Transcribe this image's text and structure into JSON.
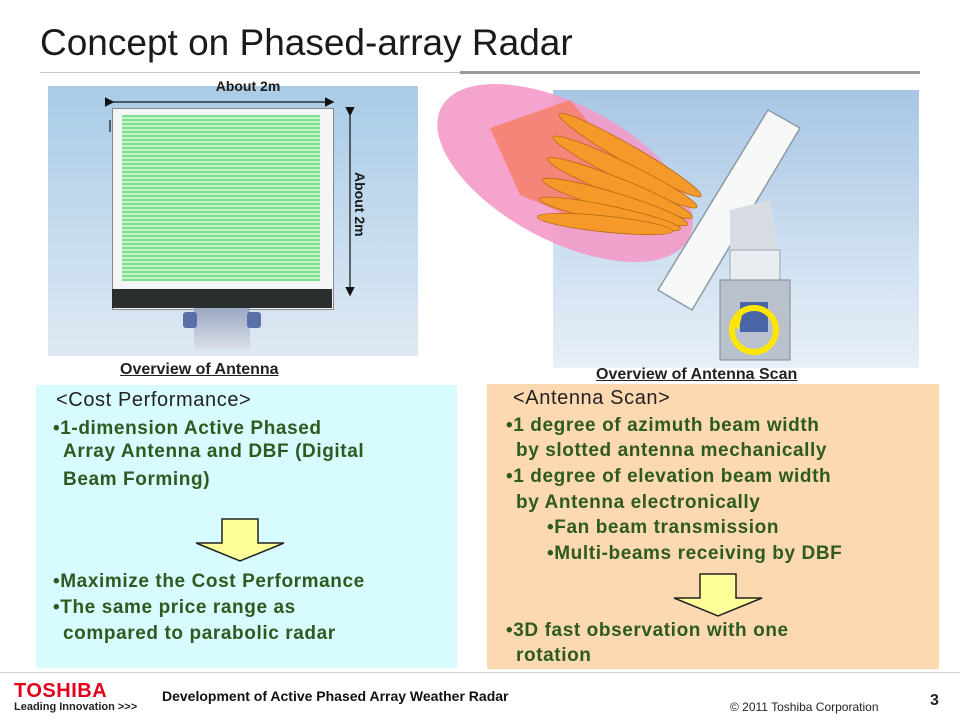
{
  "slide": {
    "title": "Concept on Phased-array Radar"
  },
  "left_figure": {
    "width_label": "About 2m",
    "height_label": "About 2m",
    "caption": "Overview of Antenna"
  },
  "right_figure": {
    "caption": "Overview of Antenna Scan"
  },
  "left_box": {
    "heading": "<Cost Performance>",
    "items_before_arrow": [
      "•1-dimension Active Phased",
      "Array Antenna and DBF (Digital",
      "Beam Forming)"
    ],
    "items_after_arrow": [
      "•Maximize the Cost Performance",
      "•The same price range as",
      "compared to parabolic radar"
    ]
  },
  "right_box": {
    "heading": "<Antenna Scan>",
    "items_before_arrow": [
      "•1 degree of azimuth beam width",
      "by slotted antenna mechanically",
      "•1 degree of elevation beam width",
      "by Antenna electronically",
      "•Fan beam transmission",
      "•Multi-beams receiving by DBF"
    ],
    "items_after_arrow": [
      "•3D fast observation with one",
      "rotation"
    ]
  },
  "footer": {
    "logo": "TOSHIBA",
    "tagline": "Leading Innovation >>>",
    "title": "Development of Active Phased Array Weather Radar",
    "copyright": "© 2011 Toshiba Corporation",
    "page_number": "3"
  },
  "colors": {
    "left_box_bg": "#d8fbff",
    "right_box_bg": "#fdd9b1",
    "bullet_text": "#2d5a1f",
    "arrow_fill": "#ffff99",
    "beam_color": "#f59a2a",
    "scan_ellipse": "#f39ac8",
    "logo_red": "#e2001a"
  }
}
